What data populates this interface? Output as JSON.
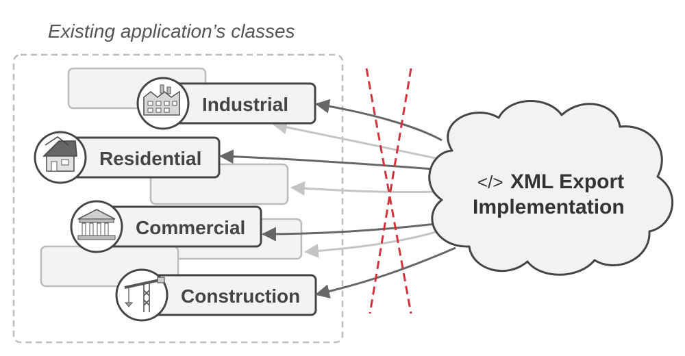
{
  "caption": "Existing application’s classes",
  "classes": [
    {
      "label": "Industrial",
      "icon": "factory-icon"
    },
    {
      "label": "Residential",
      "icon": "house-icon"
    },
    {
      "label": "Commercial",
      "icon": "bank-building-icon"
    },
    {
      "label": "Construction",
      "icon": "crane-icon"
    }
  ],
  "cloud": {
    "icon": "code-tag-icon",
    "icon_text": "</>",
    "line1": "XML Export",
    "line2": "Implementation"
  },
  "colors": {
    "box_stroke": "#444444",
    "ghost": "#bbbbbb",
    "ghost_fill": "#f3f3f3",
    "arrow": "#666666",
    "arrow_faint": "#c4c4c4",
    "blocked": "#d0343a",
    "cloud_fill": "#f2f2f2"
  }
}
